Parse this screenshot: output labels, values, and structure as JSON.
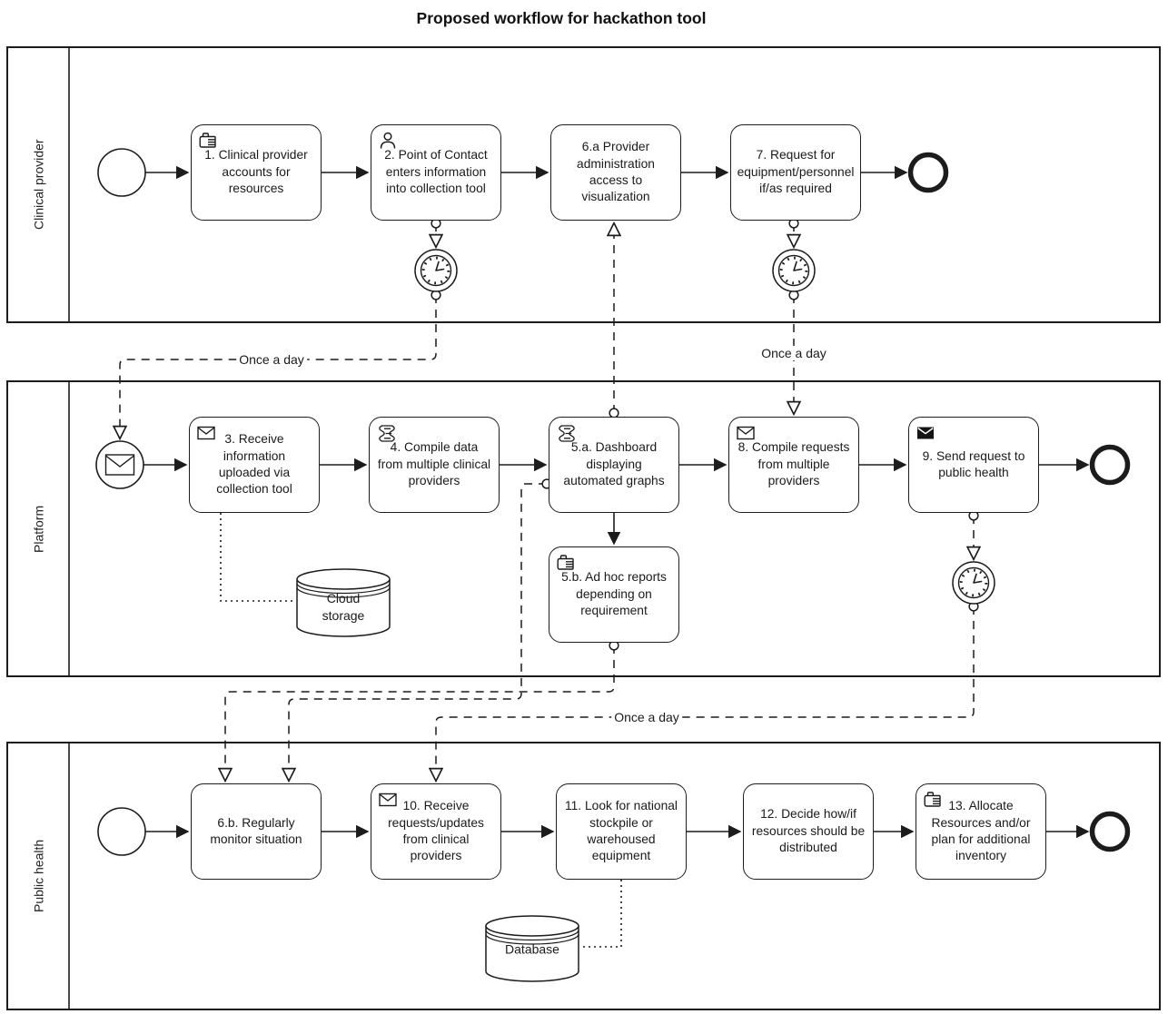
{
  "title": "Proposed workflow for hackathon tool",
  "lanes": [
    {
      "label": "Clinical provider"
    },
    {
      "label": "Platform"
    },
    {
      "label": "Public health"
    }
  ],
  "flow_labels": {
    "once_a_day": "Once a day"
  },
  "datastores": {
    "cloud": {
      "label": "Cloud storage",
      "icon": "cylinder-datastore-icon"
    },
    "db": {
      "label": "Database",
      "icon": "cylinder-datastore-icon"
    }
  },
  "events": {
    "start_clinical": "start-event",
    "start_platform_message": "message-start-event",
    "start_public_health": "start-event",
    "end_clinical": "end-event",
    "end_platform": "end-event",
    "end_public_health": "end-event",
    "timer_after_task2": "timer-event",
    "timer_after_task7": "timer-event",
    "timer_after_task9": "timer-event"
  },
  "tasks": {
    "t1": {
      "label": "1. Clinical provider accounts for resources",
      "icon": "manual-task-icon"
    },
    "t2": {
      "label": "2. Point of Contact enters information into collection tool",
      "icon": "user-task-icon"
    },
    "t6a": {
      "label": "6.a Provider administration access to visualization"
    },
    "t7": {
      "label": "7. Request for equipment/personnel if/as required"
    },
    "t3": {
      "label": "3. Receive information uploaded via collection tool",
      "icon": "receive-message-icon"
    },
    "t4": {
      "label": "4. Compile data from multiple clinical providers",
      "icon": "script-task-icon"
    },
    "t5a": {
      "label": "5.a. Dashboard displaying automated graphs",
      "icon": "script-task-icon"
    },
    "t8": {
      "label": "8. Compile requests from multiple providers",
      "icon": "receive-message-icon"
    },
    "t9": {
      "label": "9. Send request to public health",
      "icon": "send-message-icon"
    },
    "t5b": {
      "label": "5.b. Ad hoc reports depending on requirement",
      "icon": "manual-task-icon"
    },
    "t6b": {
      "label": "6.b. Regularly monitor situation"
    },
    "t10": {
      "label": "10. Receive requests/updates from clinical providers",
      "icon": "receive-message-icon"
    },
    "t11": {
      "label": "11. Look for national stockpile or warehoused equipment"
    },
    "t12": {
      "label": "12. Decide how/if resources should be distributed"
    },
    "t13": {
      "label": "13. Allocate Resources and/or plan for additional inventory",
      "icon": "manual-task-icon"
    }
  },
  "colors": {
    "stroke": "#1c1c1c",
    "background": "#ffffff"
  }
}
